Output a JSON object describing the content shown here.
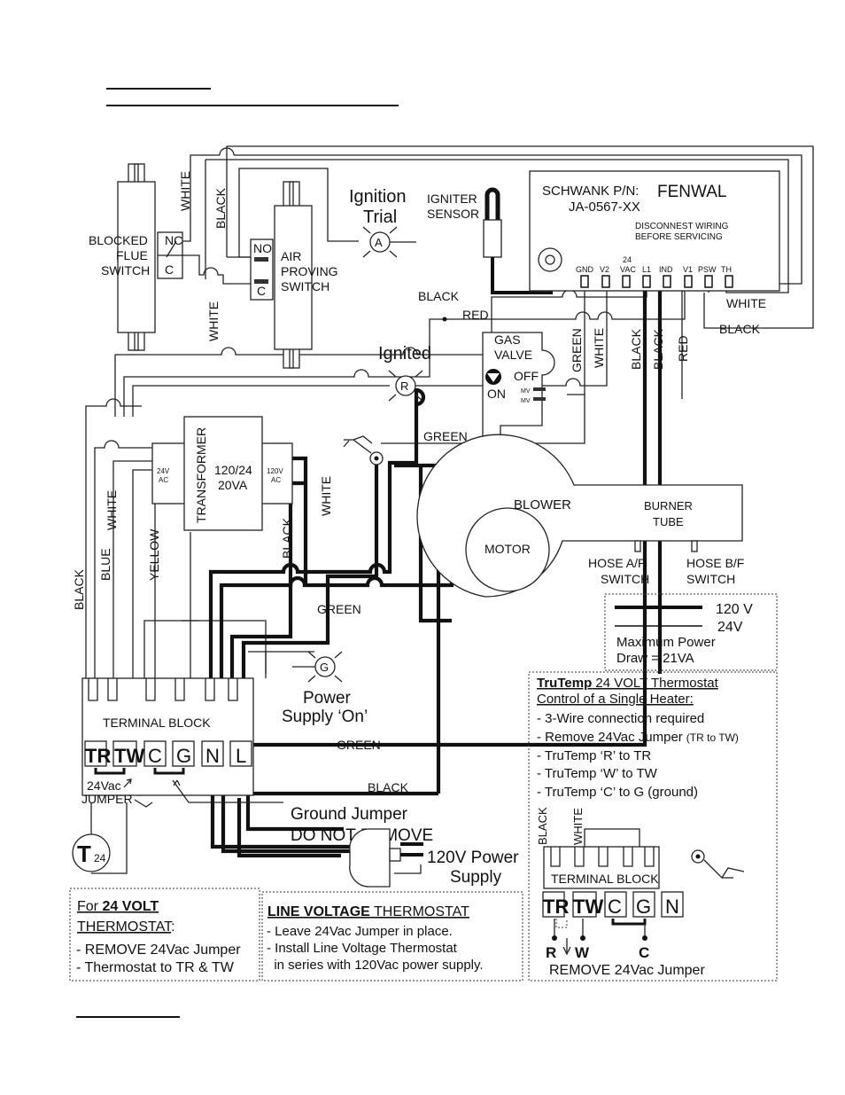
{
  "switches": {
    "blocked_flue": [
      "BLOCKED",
      "FLUE",
      "SWITCH"
    ],
    "nc": "NC",
    "c": "C",
    "no": "NO",
    "air_proving": [
      "AIR",
      "PROVING",
      "SWITCH"
    ]
  },
  "lamps": {
    "ignition_trial": [
      "Ignition",
      "Trial"
    ],
    "a": "A",
    "ignited": "Ignited",
    "r": "R",
    "g": "G",
    "power_on": [
      "Power",
      "Supply ‘On’"
    ]
  },
  "igniter": [
    "IGNITER",
    "SENSOR"
  ],
  "controller": {
    "pn": "SCHWANK P/N:",
    "brand": "FENWAL",
    "part": "JA-0567-XX",
    "warning": [
      "DISCONNEST WIRING",
      "BEFORE SERVICING"
    ],
    "vac_24": "24",
    "terminals": [
      "GND",
      "V2",
      "VAC",
      "L1",
      "IND",
      "V1",
      "PSW",
      "TH"
    ]
  },
  "gas_valve": {
    "label": [
      "GAS",
      "VALVE"
    ],
    "off": "OFF",
    "on": "ON",
    "mv": "MV"
  },
  "transformer": {
    "label": "TRANSFORMER",
    "rating": [
      "120/24",
      "20VA"
    ],
    "left": [
      "24V",
      "AC"
    ],
    "right": [
      "120V",
      "AC"
    ]
  },
  "blower": {
    "blower": "BLOWER",
    "motor": "MOTOR",
    "burner": [
      "BURNER",
      "TUBE"
    ],
    "hose_ap": [
      "HOSE A/P",
      "SWITCH"
    ],
    "hose_bf": [
      "HOSE B/F",
      "SWITCH"
    ]
  },
  "wires": {
    "white": "WHITE",
    "black": "BLACK",
    "red": "RED",
    "green": "GREEN",
    "blue": "BLUE",
    "yellow": "YELLOW"
  },
  "legend": {
    "v120": "120 V",
    "v24": "24V",
    "max": [
      "Maximum Power",
      "Draw = 21VA"
    ]
  },
  "terminal_block": {
    "title": "TERMINAL  BLOCK",
    "terms": [
      "TR",
      "TW",
      "C",
      "G",
      "N",
      "L"
    ]
  },
  "jumpers": {
    "vac24": [
      "24Vac",
      "JUMPER"
    ],
    "ground": [
      "Ground Jumper",
      "DO NOT REMOVE"
    ]
  },
  "thermostat_symbol": {
    "t": "T",
    "sub": "24"
  },
  "power_supply": [
    "120V Power",
    "Supply"
  ],
  "trutemp": {
    "title_a": "TruTemp",
    "title_b": " 24 VOLT Thermostat",
    "subtitle": "Control of a Single Heater:",
    "lines": [
      "- 3-Wire connection required",
      "- Remove 24Vac Jumper",
      "- TruTemp ‘R’ to TR",
      "- TruTemp ‘W’ to TW",
      "- TruTemp ‘C’ to G (ground)"
    ],
    "jumper_note": "(TR to TW)",
    "block_label": "TERMINAL  BLOCK",
    "terms": [
      "TR",
      "TW",
      "C",
      "G",
      "N"
    ],
    "wire_labels": [
      "BLACK",
      "WHITE"
    ],
    "rwc": [
      "R",
      "W",
      "C"
    ],
    "remove": "REMOVE 24Vac Jumper"
  },
  "box24": {
    "title_a": "For ",
    "title_b": "24 VOLT",
    "title_c": "THERMOSTAT",
    "title_d": ":",
    "lines": [
      "- REMOVE 24Vac Jumper",
      "- Thermostat to TR & TW"
    ]
  },
  "line_voltage": {
    "title_a": "LINE VOLTAGE",
    "title_b": " THERMOSTAT",
    "lines": [
      "- Leave 24Vac Jumper in place.",
      "- Install Line Voltage Thermostat",
      "  in series with 120Vac power supply."
    ]
  }
}
